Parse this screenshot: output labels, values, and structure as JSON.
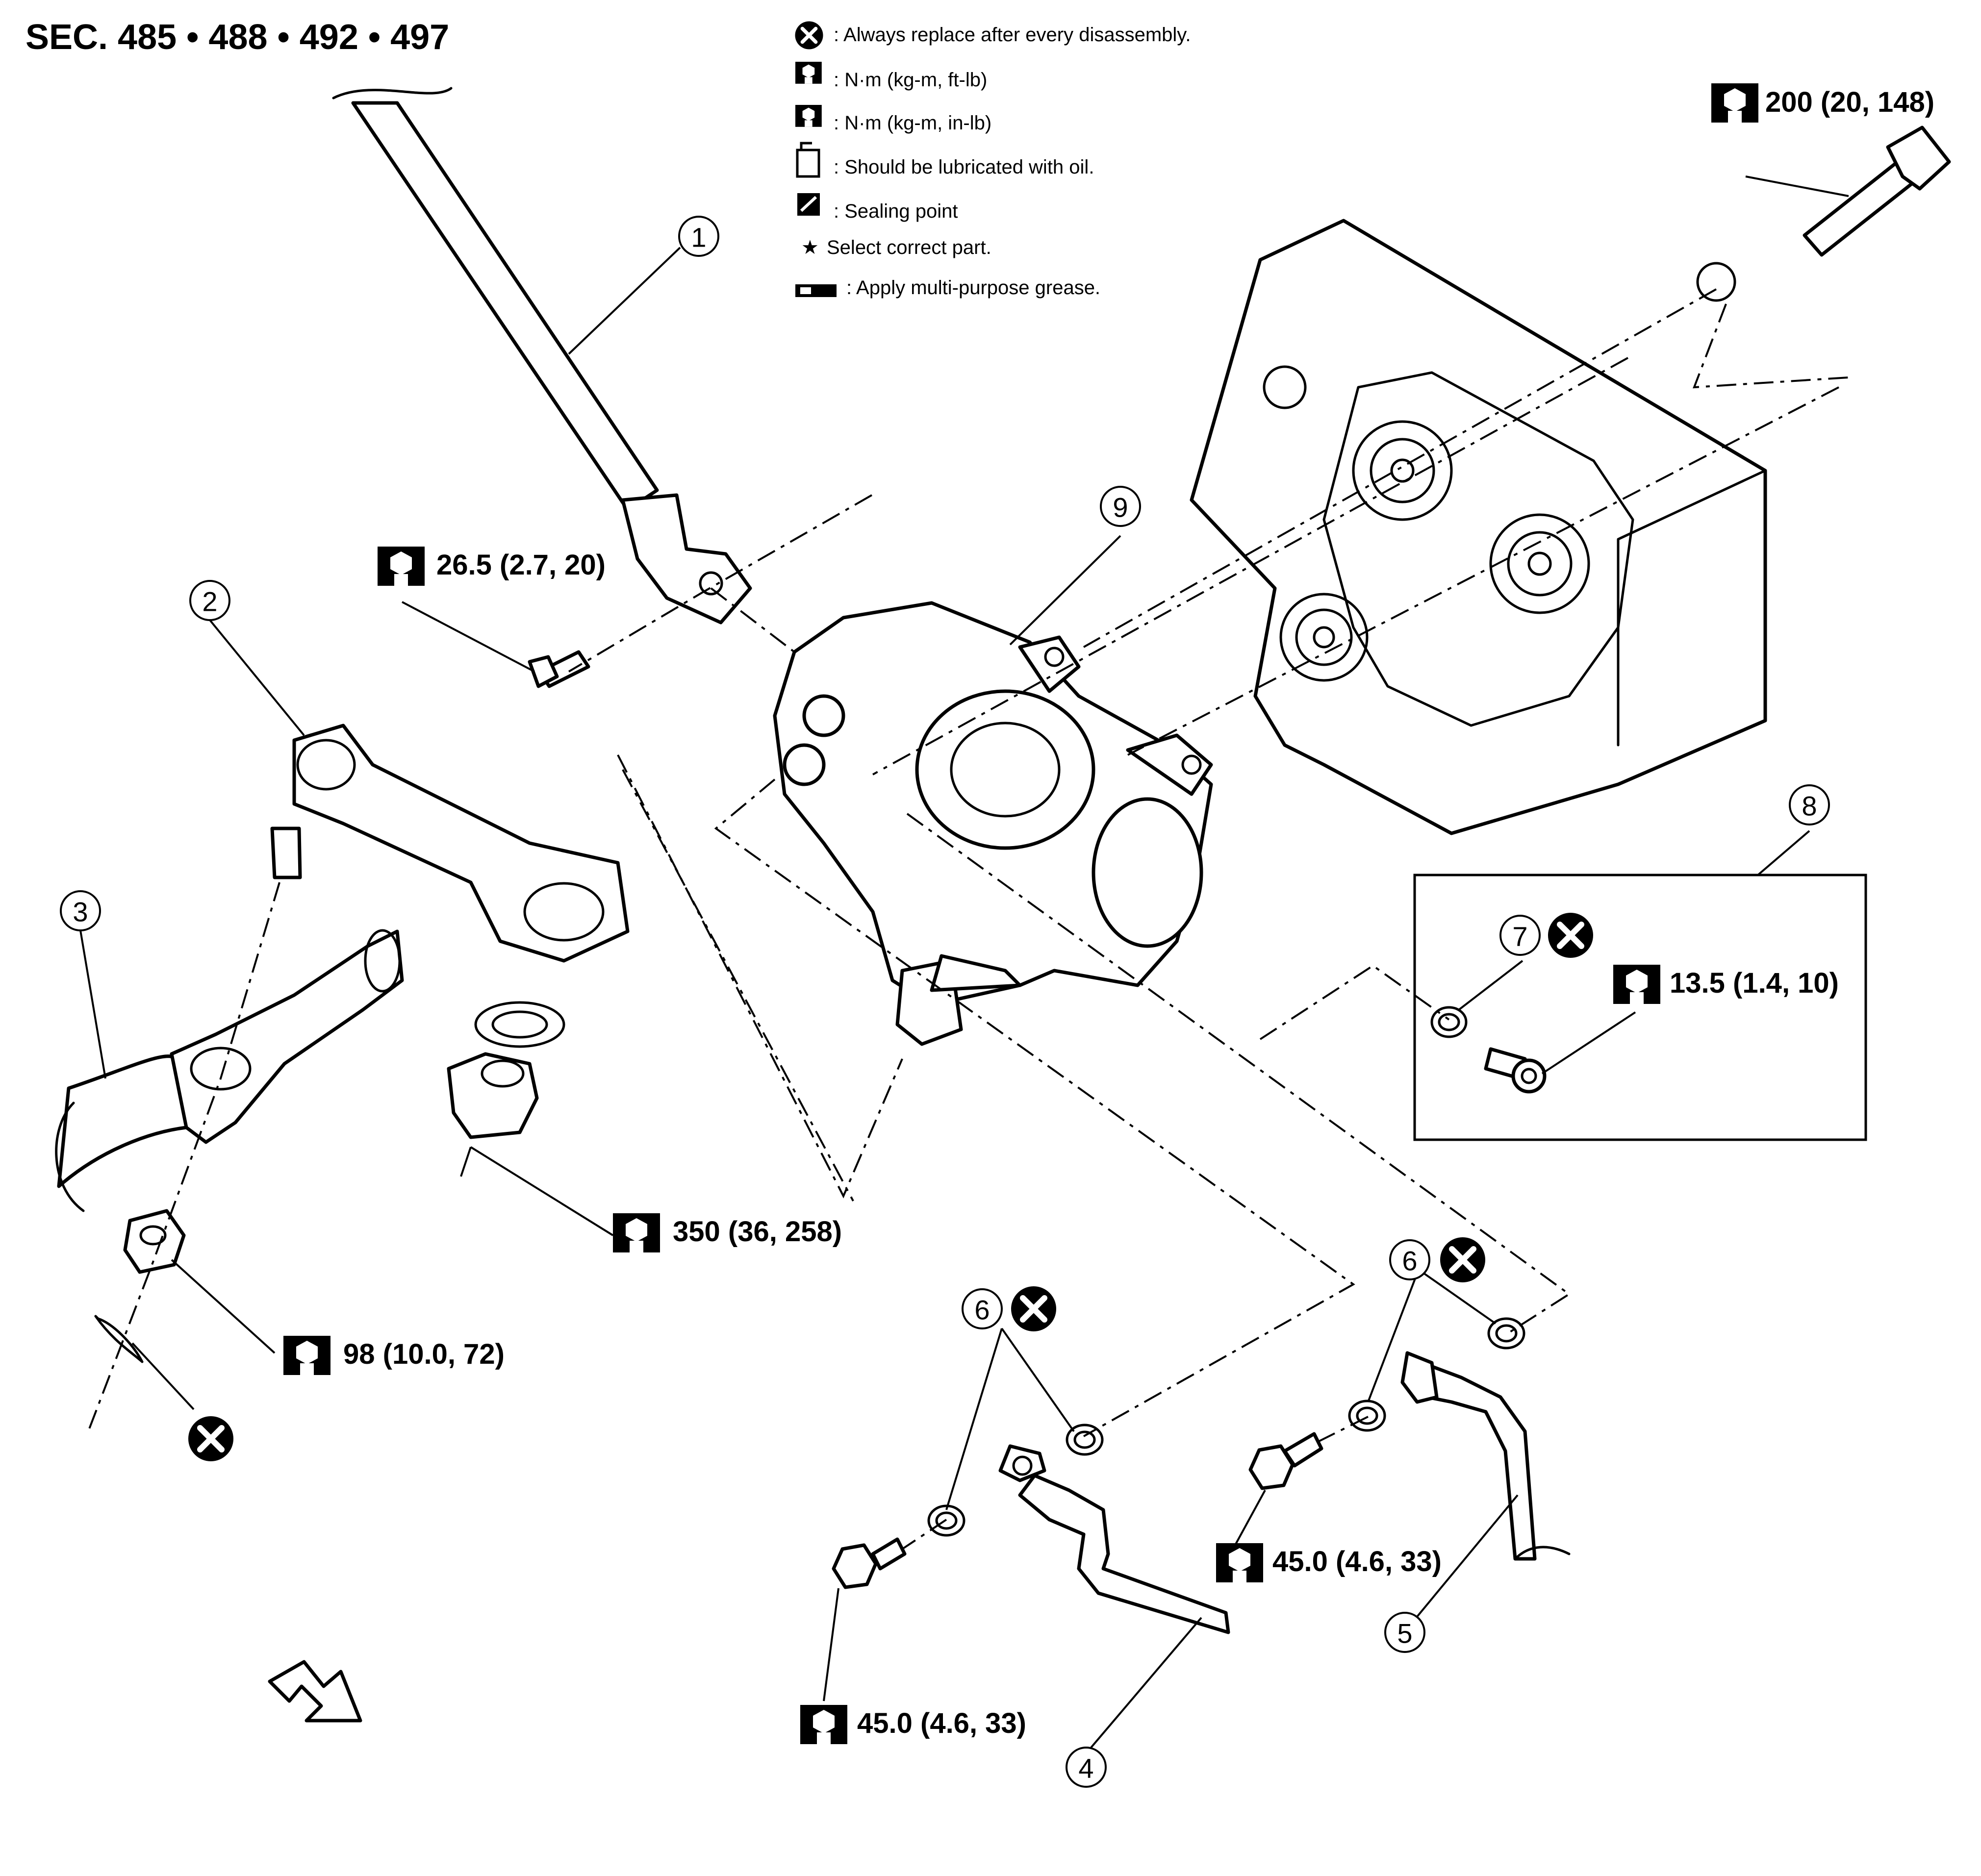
{
  "header": {
    "section_label": "SEC. 485 • 488 • 492 • 497"
  },
  "legend": {
    "items": [
      {
        "icon": "replace-x-icon",
        "text": ": Always replace after every disassembly."
      },
      {
        "icon": "torque-wrench-icon",
        "text": ": N·m (kg-m, ft-lb)"
      },
      {
        "icon": "torque-wrench-small-icon",
        "text": ": N·m (kg-m, in-lb)"
      },
      {
        "icon": "oil-can-icon",
        "text": ": Should be lubricated with oil."
      },
      {
        "icon": "sealing-point-icon",
        "text": ": Sealing point"
      },
      {
        "icon": "star-icon",
        "text": "Select correct part."
      },
      {
        "icon": "grease-icon",
        "text": ": Apply multi-purpose grease."
      }
    ]
  },
  "torques": {
    "t200": "200 (20, 148)",
    "t26": "26.5 (2.7, 20)",
    "t350": "350 (36, 258)",
    "t98": "98 (10.0, 72)",
    "t13": "13.5 (1.4, 10)",
    "t45a": "45.0 (4.6, 33)",
    "t45b": "45.0 (4.6, 33)"
  },
  "callouts": {
    "c1": "1",
    "c2": "2",
    "c3": "3",
    "c4": "4",
    "c5": "5",
    "c6a": "6",
    "c6b": "6",
    "c7": "7",
    "c8": "8",
    "c9": "9"
  },
  "colors": {
    "ink": "#000000",
    "paper": "#ffffff"
  }
}
